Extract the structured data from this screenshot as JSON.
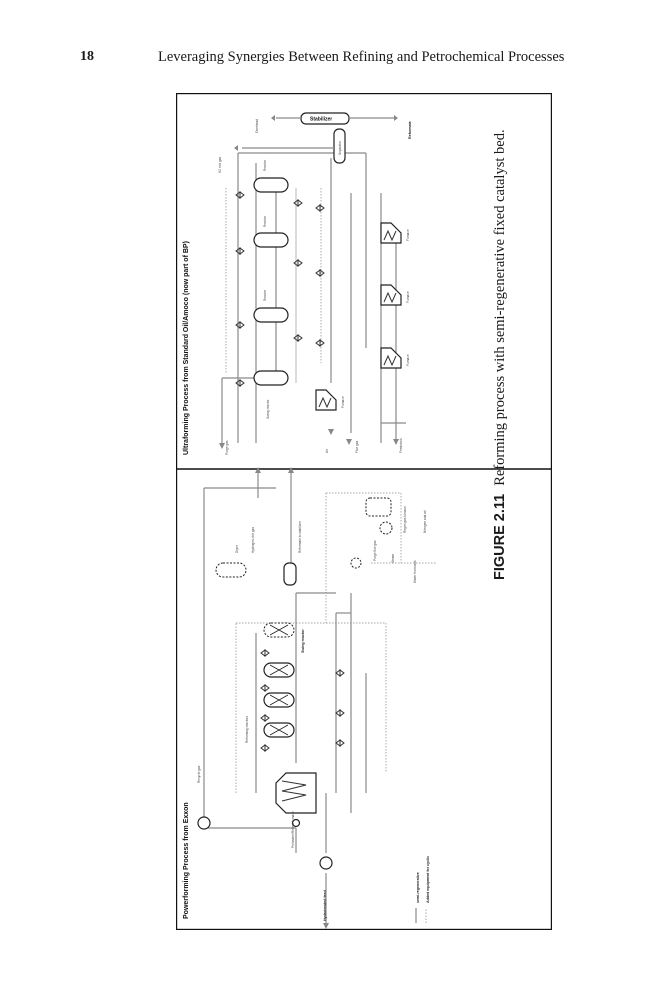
{
  "header": {
    "page_number": "18",
    "running_title": "Leveraging Synergies Between Refining and Petrochemical Processes"
  },
  "figure": {
    "left_panel": {
      "title": "Powerforming Process from Exxon",
      "labels": {
        "feed": "Hydrotreated feed",
        "recycle_gas": "Recycle gas",
        "heater": "Preheater/Reheat furnace",
        "reactors_label": "Reforming reactors",
        "swing_reactor": "Swing reactor",
        "dryer": "Dryer",
        "hydrogen_product": "Hydrogen-rich gas",
        "reformate_product": "Reformate to stabilizer",
        "regen_gas": "Regen gas furnace",
        "purge": "Purge flue gas",
        "nitrogen_air": "Nitrogen and air",
        "water_tank": "Water from tank",
        "steam": "Steam",
        "legend_1": "semi-regenerative",
        "legend_2": "Added equipment for cyclic"
      }
    },
    "right_panel": {
      "title": "Ultraforming Process from Standard Oil/Amoco (now part of BP)",
      "labels": {
        "stabilizer": "Stabilizer",
        "overhead": "Overhead",
        "reformate": "Reformate",
        "separator": "Separator",
        "h2_gas": "H2 rich gas",
        "reactor": "Reactor",
        "furnace": "Furnace",
        "swing_reactor": "Swing reactor",
        "purge_gas": "Purge gas",
        "air": "Air",
        "flue_gas": "Flue gas",
        "feed": "Feedstock"
      }
    },
    "caption": {
      "label": "FIGURE 2.11",
      "text": "Reforming process with semi-regenerative fixed catalyst bed."
    }
  }
}
